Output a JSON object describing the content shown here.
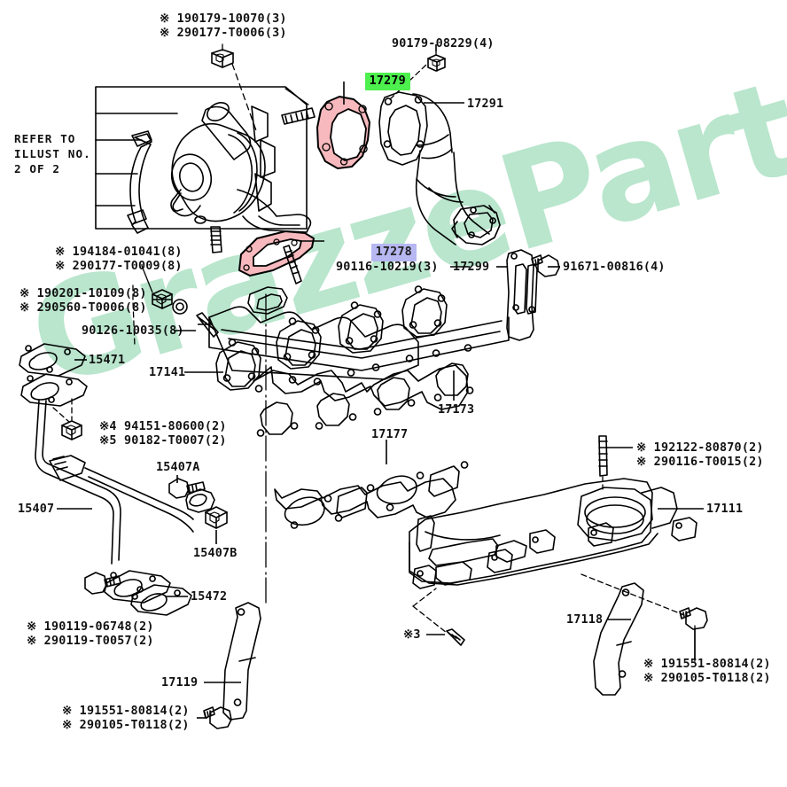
{
  "diagram": {
    "title": "Toyota Manifold Parts Illustration",
    "watermark": "GrazzeParts",
    "refer_note": "REFER TO\nILLUST NO.\n2 OF 2",
    "colors": {
      "highlight_green": "#4df04d",
      "highlight_blue": "#b7b7f2",
      "gasket_pink": "#f7b9bd",
      "watermark_green": "#b9e6cd",
      "line": "#000000"
    }
  },
  "callouts": {
    "c17279": "17279",
    "c17278": "17278"
  },
  "labels": [
    {
      "id": "l1",
      "text": "※ 190179-10070(3)\n※ 290177-T0006(3)"
    },
    {
      "id": "l2",
      "text": "90179-08229(4)"
    },
    {
      "id": "l3",
      "text": "17291"
    },
    {
      "id": "l4",
      "text": "※ 194184-01041(8)\n※ 290177-T0009(8)"
    },
    {
      "id": "l5",
      "text": "※ 190201-10109(8)\n※ 290560-T0006(8)"
    },
    {
      "id": "l6",
      "text": "90126-10035(8)"
    },
    {
      "id": "l7",
      "text": "90116-10219(3)"
    },
    {
      "id": "l8",
      "text": "17299"
    },
    {
      "id": "l9",
      "text": "91671-00816(4)"
    },
    {
      "id": "l10",
      "text": "15471"
    },
    {
      "id": "l11",
      "text": "17141"
    },
    {
      "id": "l12",
      "text": "17173"
    },
    {
      "id": "l13",
      "text": "17177"
    },
    {
      "id": "l14",
      "text": "※4 94151-80600(2)\n※5 90182-T0007(2)"
    },
    {
      "id": "l15",
      "text": "15407A"
    },
    {
      "id": "l16",
      "text": "15407"
    },
    {
      "id": "l17",
      "text": "15407B"
    },
    {
      "id": "l18",
      "text": "15472"
    },
    {
      "id": "l19",
      "text": "※ 190119-06748(2)\n※ 290119-T0057(2)"
    },
    {
      "id": "l20",
      "text": "17119"
    },
    {
      "id": "l21",
      "text": "※ 191551-80814(2)\n※ 290105-T0118(2)"
    },
    {
      "id": "l22",
      "text": "※ 192122-80870(2)\n※ 290116-T0015(2)"
    },
    {
      "id": "l23",
      "text": "17111"
    },
    {
      "id": "l24",
      "text": "17118"
    },
    {
      "id": "l25",
      "text": "※ 191551-80814(2)\n※ 290105-T0118(2)"
    },
    {
      "id": "l26",
      "text": "※3"
    }
  ]
}
